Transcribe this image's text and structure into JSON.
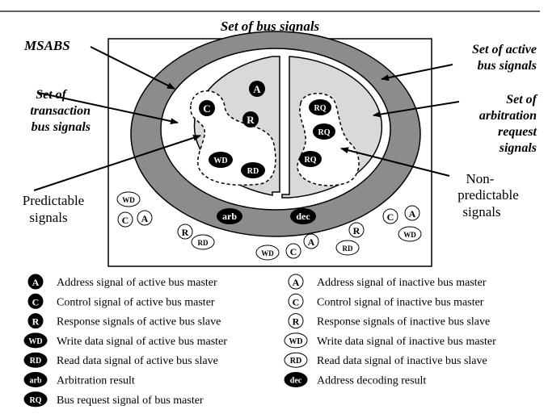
{
  "title": "Set of bus signals",
  "callouts": {
    "msabs": "MSABS",
    "active_line1": "Set of active",
    "active_line2": "bus signals",
    "transaction_line1": "Set of",
    "transaction_line2": "transaction",
    "transaction_line3": "bus signals",
    "arbitration_line1": "Set of",
    "arbitration_line2": "arbitration",
    "arbitration_line3": "request",
    "arbitration_line4": "signals",
    "predictable_line1": "Predictable",
    "predictable_line2": "signals",
    "nonpred_line1": "Non-",
    "nonpred_line2": "predictable",
    "nonpred_line3": "signals"
  },
  "tokens": {
    "A": "A",
    "C": "C",
    "R": "R",
    "WD": "WD",
    "RD": "RD",
    "RQ": "RQ",
    "arb": "arb",
    "dec": "dec"
  },
  "legend": {
    "left": [
      {
        "token": "A",
        "style": "dark",
        "label": "Address signal of active bus master"
      },
      {
        "token": "C",
        "style": "dark",
        "label": "Control signal of active bus master"
      },
      {
        "token": "R",
        "style": "dark",
        "label": "Response signals of active bus slave"
      },
      {
        "token": "WD",
        "style": "dark",
        "label": "Write data signal of active bus master"
      },
      {
        "token": "RD",
        "style": "dark",
        "label": "Read data signal of active bus slave"
      },
      {
        "token": "arb",
        "style": "dark",
        "label": "Arbitration result"
      },
      {
        "token": "RQ",
        "style": "dark",
        "label": "Bus request signal of bus master"
      }
    ],
    "right": [
      {
        "token": "A",
        "style": "light",
        "label": "Address signal of inactive bus master"
      },
      {
        "token": "C",
        "style": "light",
        "label": "Control signal of inactive bus master"
      },
      {
        "token": "R",
        "style": "light",
        "label": "Response signals of inactive bus slave"
      },
      {
        "token": "WD",
        "style": "light",
        "label": "Write data signal of inactive bus master"
      },
      {
        "token": "RD",
        "style": "light",
        "label": "Read data signal of inactive bus slave"
      },
      {
        "token": "dec",
        "style": "dark",
        "label": "Address decoding result"
      }
    ]
  },
  "colors": {
    "outer_ring": "#8c8c8c",
    "inner_fill": "#d9d9d9",
    "token_dark": "#000000",
    "token_light": "#ffffff"
  }
}
